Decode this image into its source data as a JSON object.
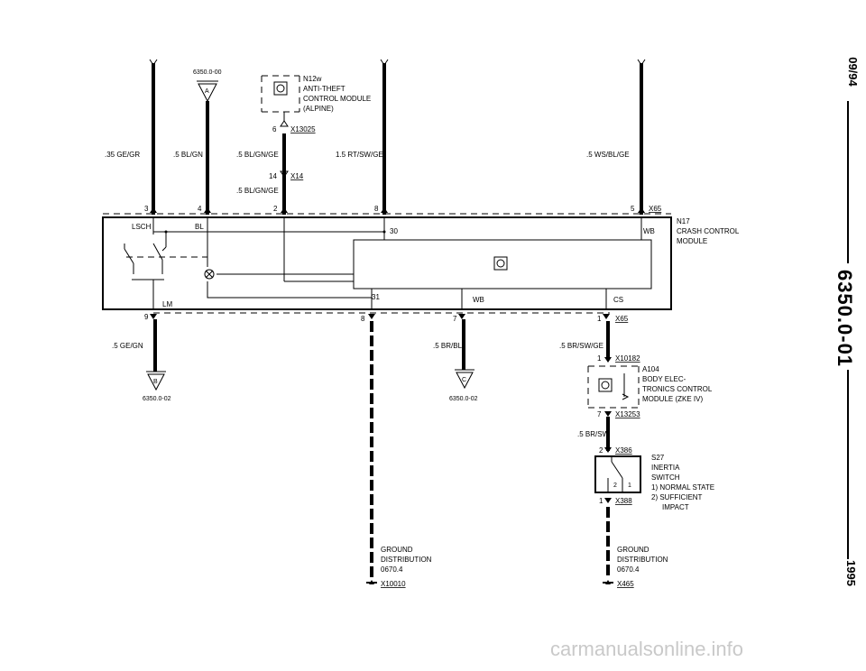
{
  "side": {
    "date": "09/94",
    "page": "6350.0-01",
    "year": "1995"
  },
  "watermark": "carmanualsonline.info",
  "top_wires": {
    "w1": {
      "label": ".35 GE/GR",
      "pin": "3"
    },
    "w2": {
      "label": ".5 BL/GN",
      "pin": "4",
      "connector_ref": "6350.0-00",
      "marker": "A"
    },
    "w3": {
      "label_upper": ".5 BL/GN/GE",
      "label_lower": ".5 BL/GN/GE",
      "pin": "2",
      "pin_upper": "6",
      "conn_upper": "X13025",
      "pin_mid": "14",
      "conn_mid": "X14"
    },
    "w4": {
      "label": "1.5 RT/SW/GE",
      "pin": "8"
    },
    "w5": {
      "label": ".5 WS/BL/GE",
      "pin": "5",
      "conn": "X65"
    }
  },
  "n12w": {
    "name": "N12w",
    "line1": "ANTI-THEFT",
    "line2": "CONTROL MODULE",
    "line3": "(ALPINE)"
  },
  "n17": {
    "name": "N17",
    "line1": "CRASH CONTROL",
    "line2": "MODULE",
    "lsch": "LSCH",
    "bl": "BL",
    "pin30": "30",
    "wb_top": "WB",
    "lm": "LM",
    "pin31": "31",
    "wb_bot": "WB",
    "cs": "CS"
  },
  "bottom_wires": {
    "b1": {
      "pin": "9",
      "label": ".5 GE/GN",
      "marker": "B",
      "ref": "6350.0-02"
    },
    "b2": {
      "pin": "8",
      "ground_line1": "GROUND",
      "ground_line2": "DISTRIBUTION",
      "ground_line3": "0670.4",
      "conn": "X10010"
    },
    "b3": {
      "pin": "7",
      "label": ".5 BR/BL",
      "marker": "C",
      "ref": "6350.0-02"
    },
    "b4": {
      "pin": "1",
      "conn": "X65",
      "label": ".5 BR/SW/GE"
    }
  },
  "a104": {
    "pin_top": "1",
    "conn_top": "X10182",
    "name": "A104",
    "line1": "BODY ELEC-",
    "line2": "TRONICS CONTROL",
    "line3": "MODULE (ZKE IV)",
    "pin_bot": "7",
    "conn_bot": "X13253"
  },
  "s27": {
    "wire_label": ".5 BR/SW",
    "pin_top": "2",
    "conn_top": "X386",
    "name": "S27",
    "line1": "INERTIA",
    "line2": "SWITCH",
    "line3": "1)  NORMAL STATE",
    "line4": "2)  SUFFICIENT",
    "line5": "IMPACT",
    "sw2": "2",
    "sw1": "1",
    "pin_bot": "1",
    "conn_bot": "X388"
  },
  "ground2": {
    "line1": "GROUND",
    "line2": "DISTRIBUTION",
    "line3": "0670.4",
    "conn": "X465"
  }
}
